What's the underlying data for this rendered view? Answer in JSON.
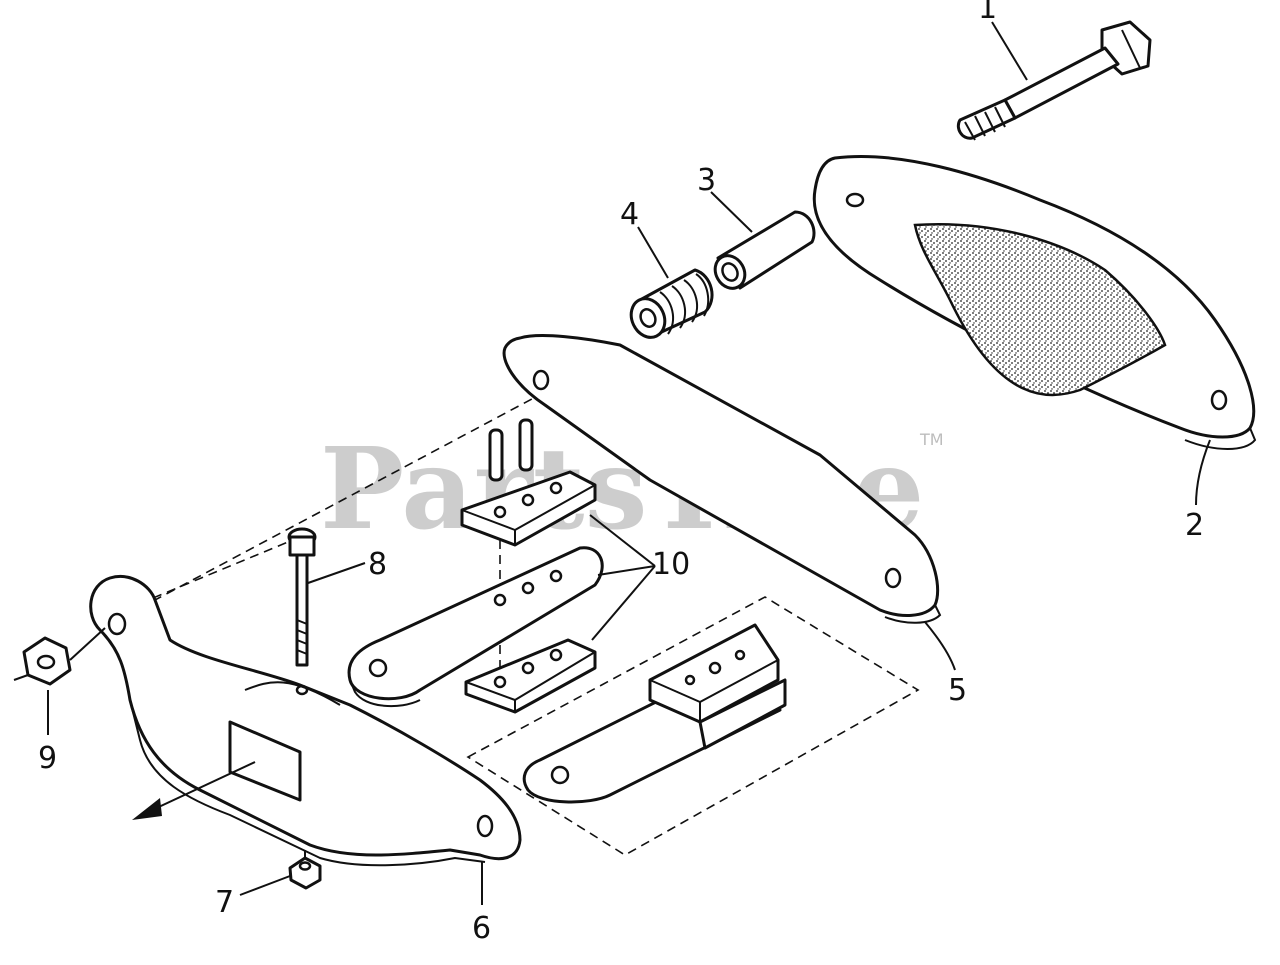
{
  "watermark": {
    "text": "PartsTree",
    "trademark": "TM"
  },
  "callouts": [
    "1",
    "2",
    "3",
    "4",
    "5",
    "6",
    "7",
    "8",
    "9",
    "10"
  ]
}
